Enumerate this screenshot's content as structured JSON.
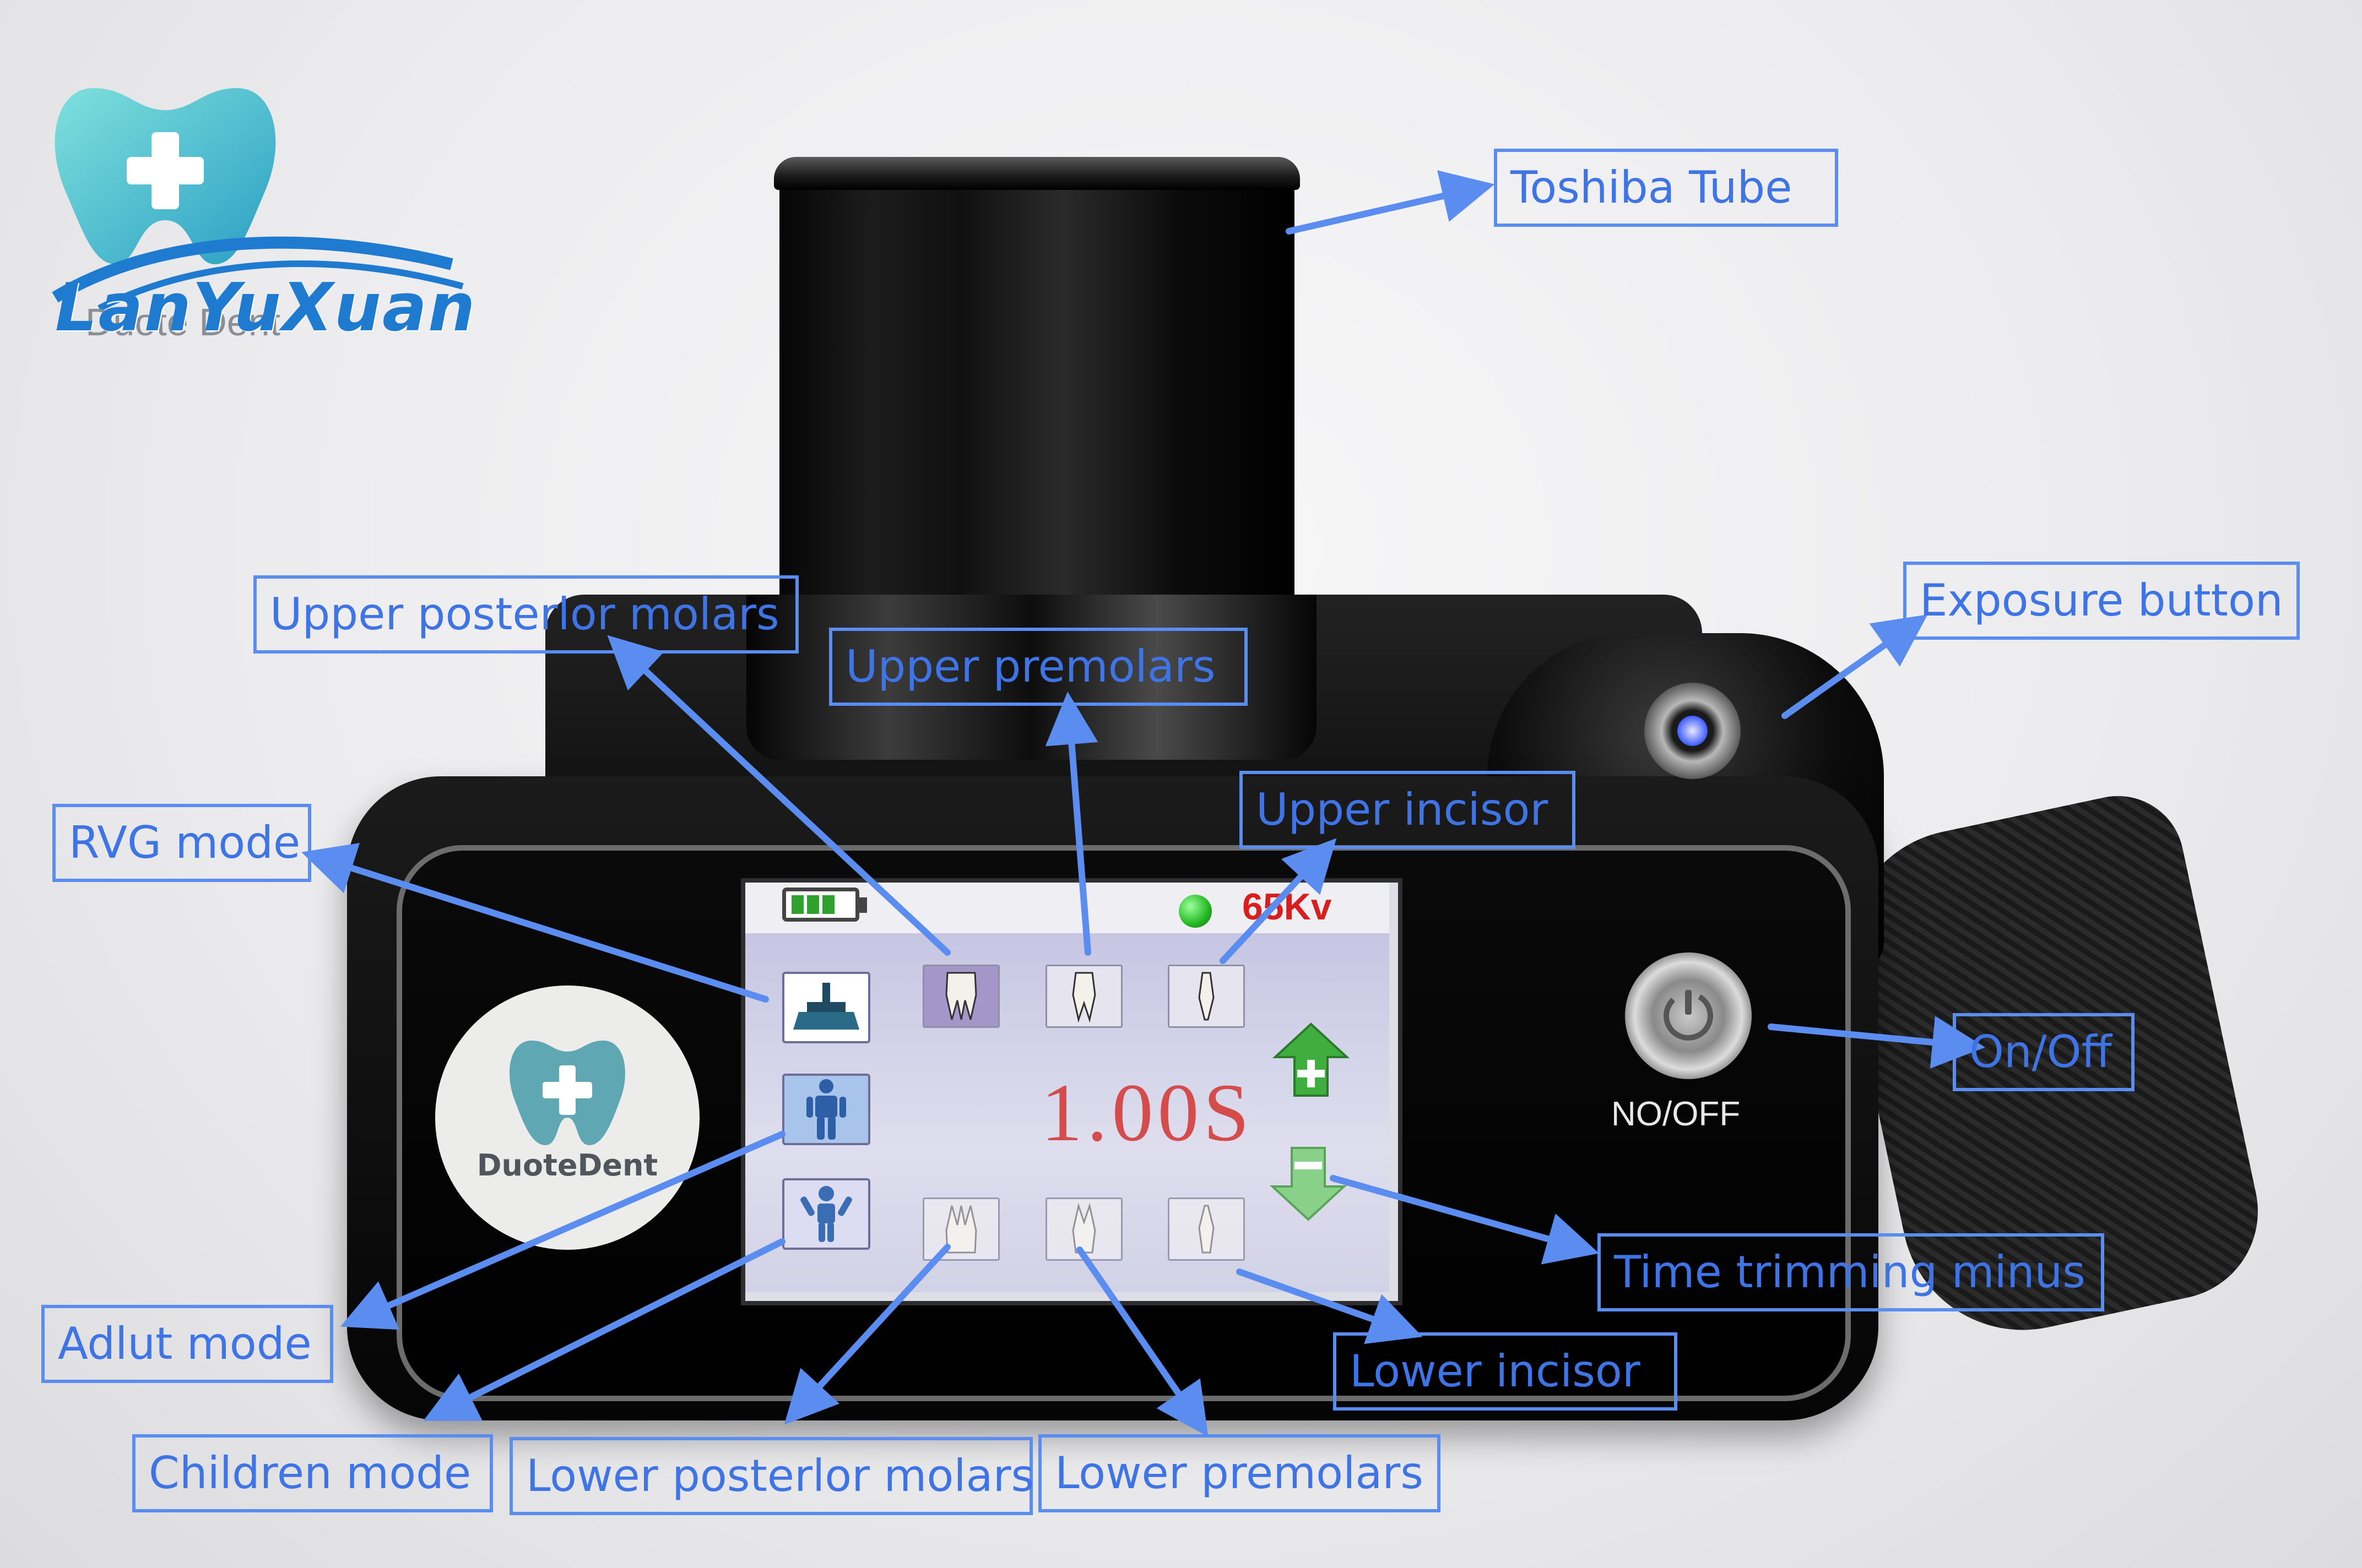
{
  "logo": {
    "brand_text": "LanYuXuan",
    "brand_subtext": "Duote Dent"
  },
  "device": {
    "sticker_text": "DuoteDent",
    "screen": {
      "kv_label": "65Kv",
      "time_value": "1.00S"
    },
    "power_label": "NO/OFF"
  },
  "callouts": {
    "toshiba_tube": "Toshiba Tube",
    "exposure_button": "Exposure button",
    "upper_posterior_molars": "Upper posterlor molars",
    "upper_premolars": "Upper premolars",
    "upper_incisor": "Upper incisor",
    "rvg_mode": "RVG mode",
    "on_off": "On/Off",
    "adult_mode": "Adlut mode",
    "time_trimming_minus": "Time trimming minus",
    "lower_incisor": "Lower incisor",
    "children_mode": "Children mode",
    "lower_posterior_molars": "Lower posterlor molars",
    "lower_premolars": "Lower premolars"
  },
  "colors": {
    "callout": "#5b8cf0",
    "callout_text": "#3f74e6",
    "time_value": "#d44c4c",
    "kv_label": "#d81f1f",
    "status_led": "#23b823",
    "brand": "#1f7bd0"
  },
  "icons": [
    "tooth-plus-icon",
    "sensor-icon",
    "adult-person-icon",
    "child-person-icon",
    "tooth-icon",
    "arrow-up-plus-icon",
    "arrow-down-minus-icon",
    "power-icon",
    "battery-icon"
  ]
}
